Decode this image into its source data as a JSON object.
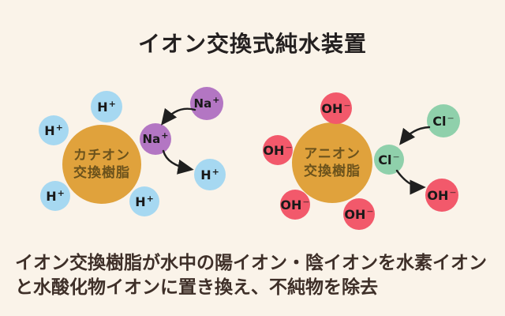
{
  "title": "イオン交換式純水装置",
  "caption": {
    "line1": "イオン交換樹脂が水中の陽イオン・陰イオンを水素イオン",
    "line2": "と水酸化物イオンに置き換え、不純物を除去"
  },
  "colors": {
    "background": "#faf3e9",
    "resin": "#e0a23c",
    "hydrogen_ion": "#a6d8f1",
    "sodium_ion": "#b376c3",
    "hydroxide_ion": "#f2596b",
    "chloride_ion": "#8fd0ab",
    "arrow": "#1f1f1f",
    "title_text": "#242020",
    "caption_text": "#3e2f28",
    "resin_text": "#6b521c"
  },
  "cation_unit": {
    "resin_line1": "カチオン",
    "resin_line2": "交換樹脂",
    "ions": [
      {
        "base": "H",
        "charge": "+"
      },
      {
        "base": "H",
        "charge": "+"
      },
      {
        "base": "H",
        "charge": "+"
      },
      {
        "base": "H",
        "charge": "+"
      },
      {
        "base": "Na",
        "charge": "+"
      },
      {
        "base": "Na",
        "charge": "+"
      },
      {
        "base": "H",
        "charge": "+"
      }
    ]
  },
  "anion_unit": {
    "resin_line1": "アニオン",
    "resin_line2": "交換樹脂",
    "ions": [
      {
        "base": "OH",
        "charge": "−"
      },
      {
        "base": "OH",
        "charge": "−"
      },
      {
        "base": "OH",
        "charge": "−"
      },
      {
        "base": "OH",
        "charge": "−"
      },
      {
        "base": "Cl",
        "charge": "−"
      },
      {
        "base": "Cl",
        "charge": "−"
      },
      {
        "base": "OH",
        "charge": "−"
      }
    ]
  }
}
